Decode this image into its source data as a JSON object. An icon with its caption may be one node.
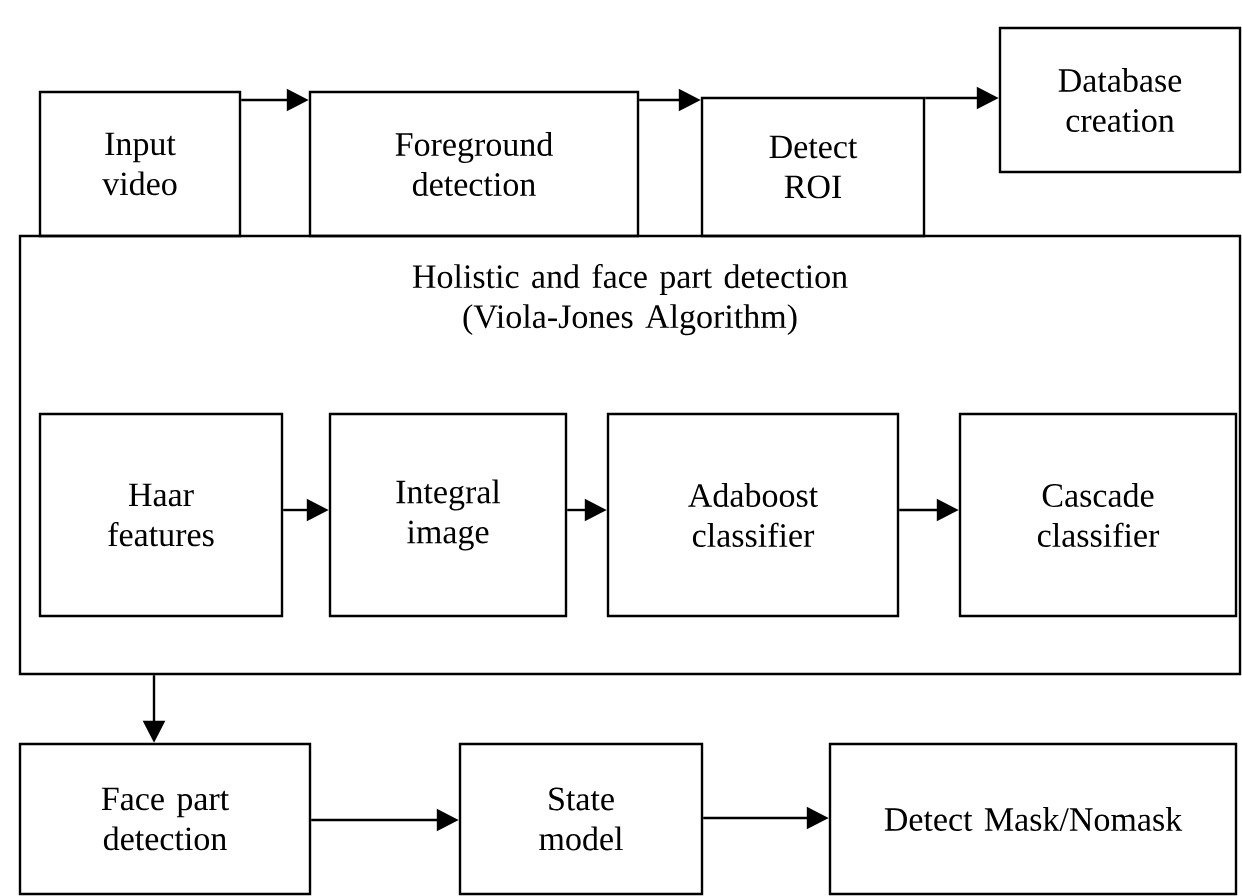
{
  "diagram": {
    "nodes": [
      {
        "text": [
          "Input video"
        ]
      },
      {
        "text": [
          "Foreground detection"
        ]
      },
      {
        "text": [
          "Detect ROI"
        ]
      },
      {
        "text": [
          "Database creation"
        ]
      },
      {
        "text": [
          "Holistic and face part detection (Viola-Jones Algorithm)"
        ]
      },
      {
        "text": [
          "Haar features"
        ],
        "in": 4
      },
      {
        "text": [
          "Integral image"
        ],
        "in": 4
      },
      {
        "text": [
          "Adaboost classifier"
        ],
        "in": 4
      },
      {
        "text": [
          "Cascade classifier"
        ],
        "in": 4
      },
      {
        "text": [
          "Face part detection"
        ]
      },
      {
        "text": [
          "State model"
        ]
      },
      {
        "text": [
          "Detect Mask/Nomask"
        ]
      }
    ],
    "edges": [
      {
        "from": 0,
        "to": 1,
        "arrow": "to"
      },
      {
        "from": 1,
        "to": 2,
        "arrow": "to"
      },
      {
        "from": 2,
        "to": 3,
        "arrow": "to"
      },
      {
        "from": 5,
        "to": 6,
        "arrow": "to"
      },
      {
        "from": 6,
        "to": 7,
        "arrow": "to"
      },
      {
        "from": 7,
        "to": 8,
        "arrow": "to"
      },
      {
        "from": 4,
        "to": 9,
        "arrow": "to"
      },
      {
        "from": 9,
        "to": 10,
        "arrow": "to"
      },
      {
        "from": 10,
        "to": 11,
        "arrow": "to"
      }
    ]
  }
}
